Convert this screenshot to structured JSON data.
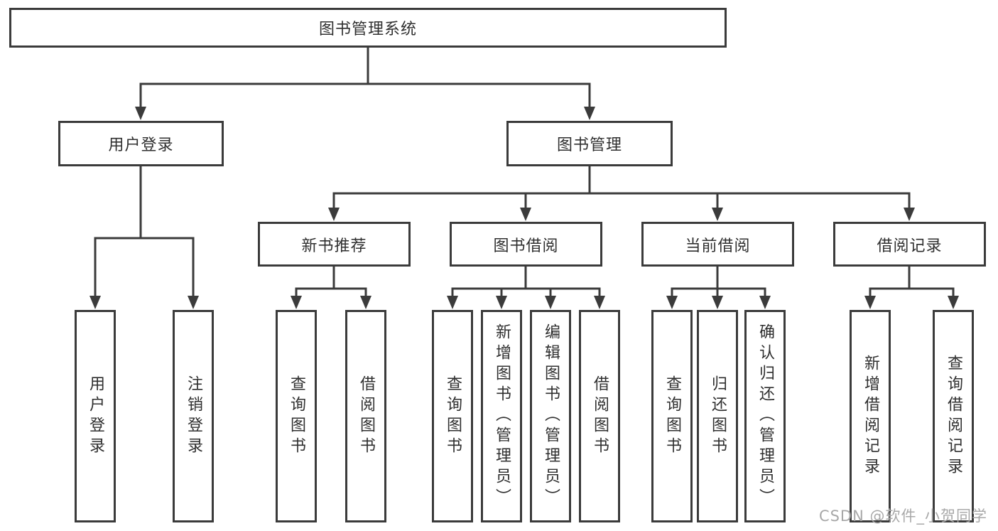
{
  "tree": {
    "root": {
      "label": "图书管理系统"
    },
    "user_login": {
      "label": "用户登录",
      "children": [
        {
          "label": "用户登录"
        },
        {
          "label": "注销登录"
        }
      ]
    },
    "book_management": {
      "label": "图书管理",
      "children": [
        {
          "label": "新书推荐",
          "children": [
            {
              "label": "查询图书"
            },
            {
              "label": "借阅图书"
            }
          ]
        },
        {
          "label": "图书借阅",
          "children": [
            {
              "label": "查询图书"
            },
            {
              "label": "新增图书（管理员）"
            },
            {
              "label": "编辑图书（管理员）"
            },
            {
              "label": "借阅图书"
            }
          ]
        },
        {
          "label": "当前借阅",
          "children": [
            {
              "label": "查询图书"
            },
            {
              "label": "归还图书"
            },
            {
              "label": "确认归还（管理员）"
            }
          ]
        },
        {
          "label": "借阅记录",
          "children": [
            {
              "label": "新增借阅记录"
            },
            {
              "label": "查询借阅记录"
            }
          ]
        }
      ]
    }
  },
  "watermark": "CSDN @软件_小贺同学",
  "colors": {
    "line": "#3b3b3b",
    "text": "#2f2f2f",
    "watermark": "#a8a8a8",
    "background": "#ffffff",
    "box_fill": "#ffffff"
  }
}
